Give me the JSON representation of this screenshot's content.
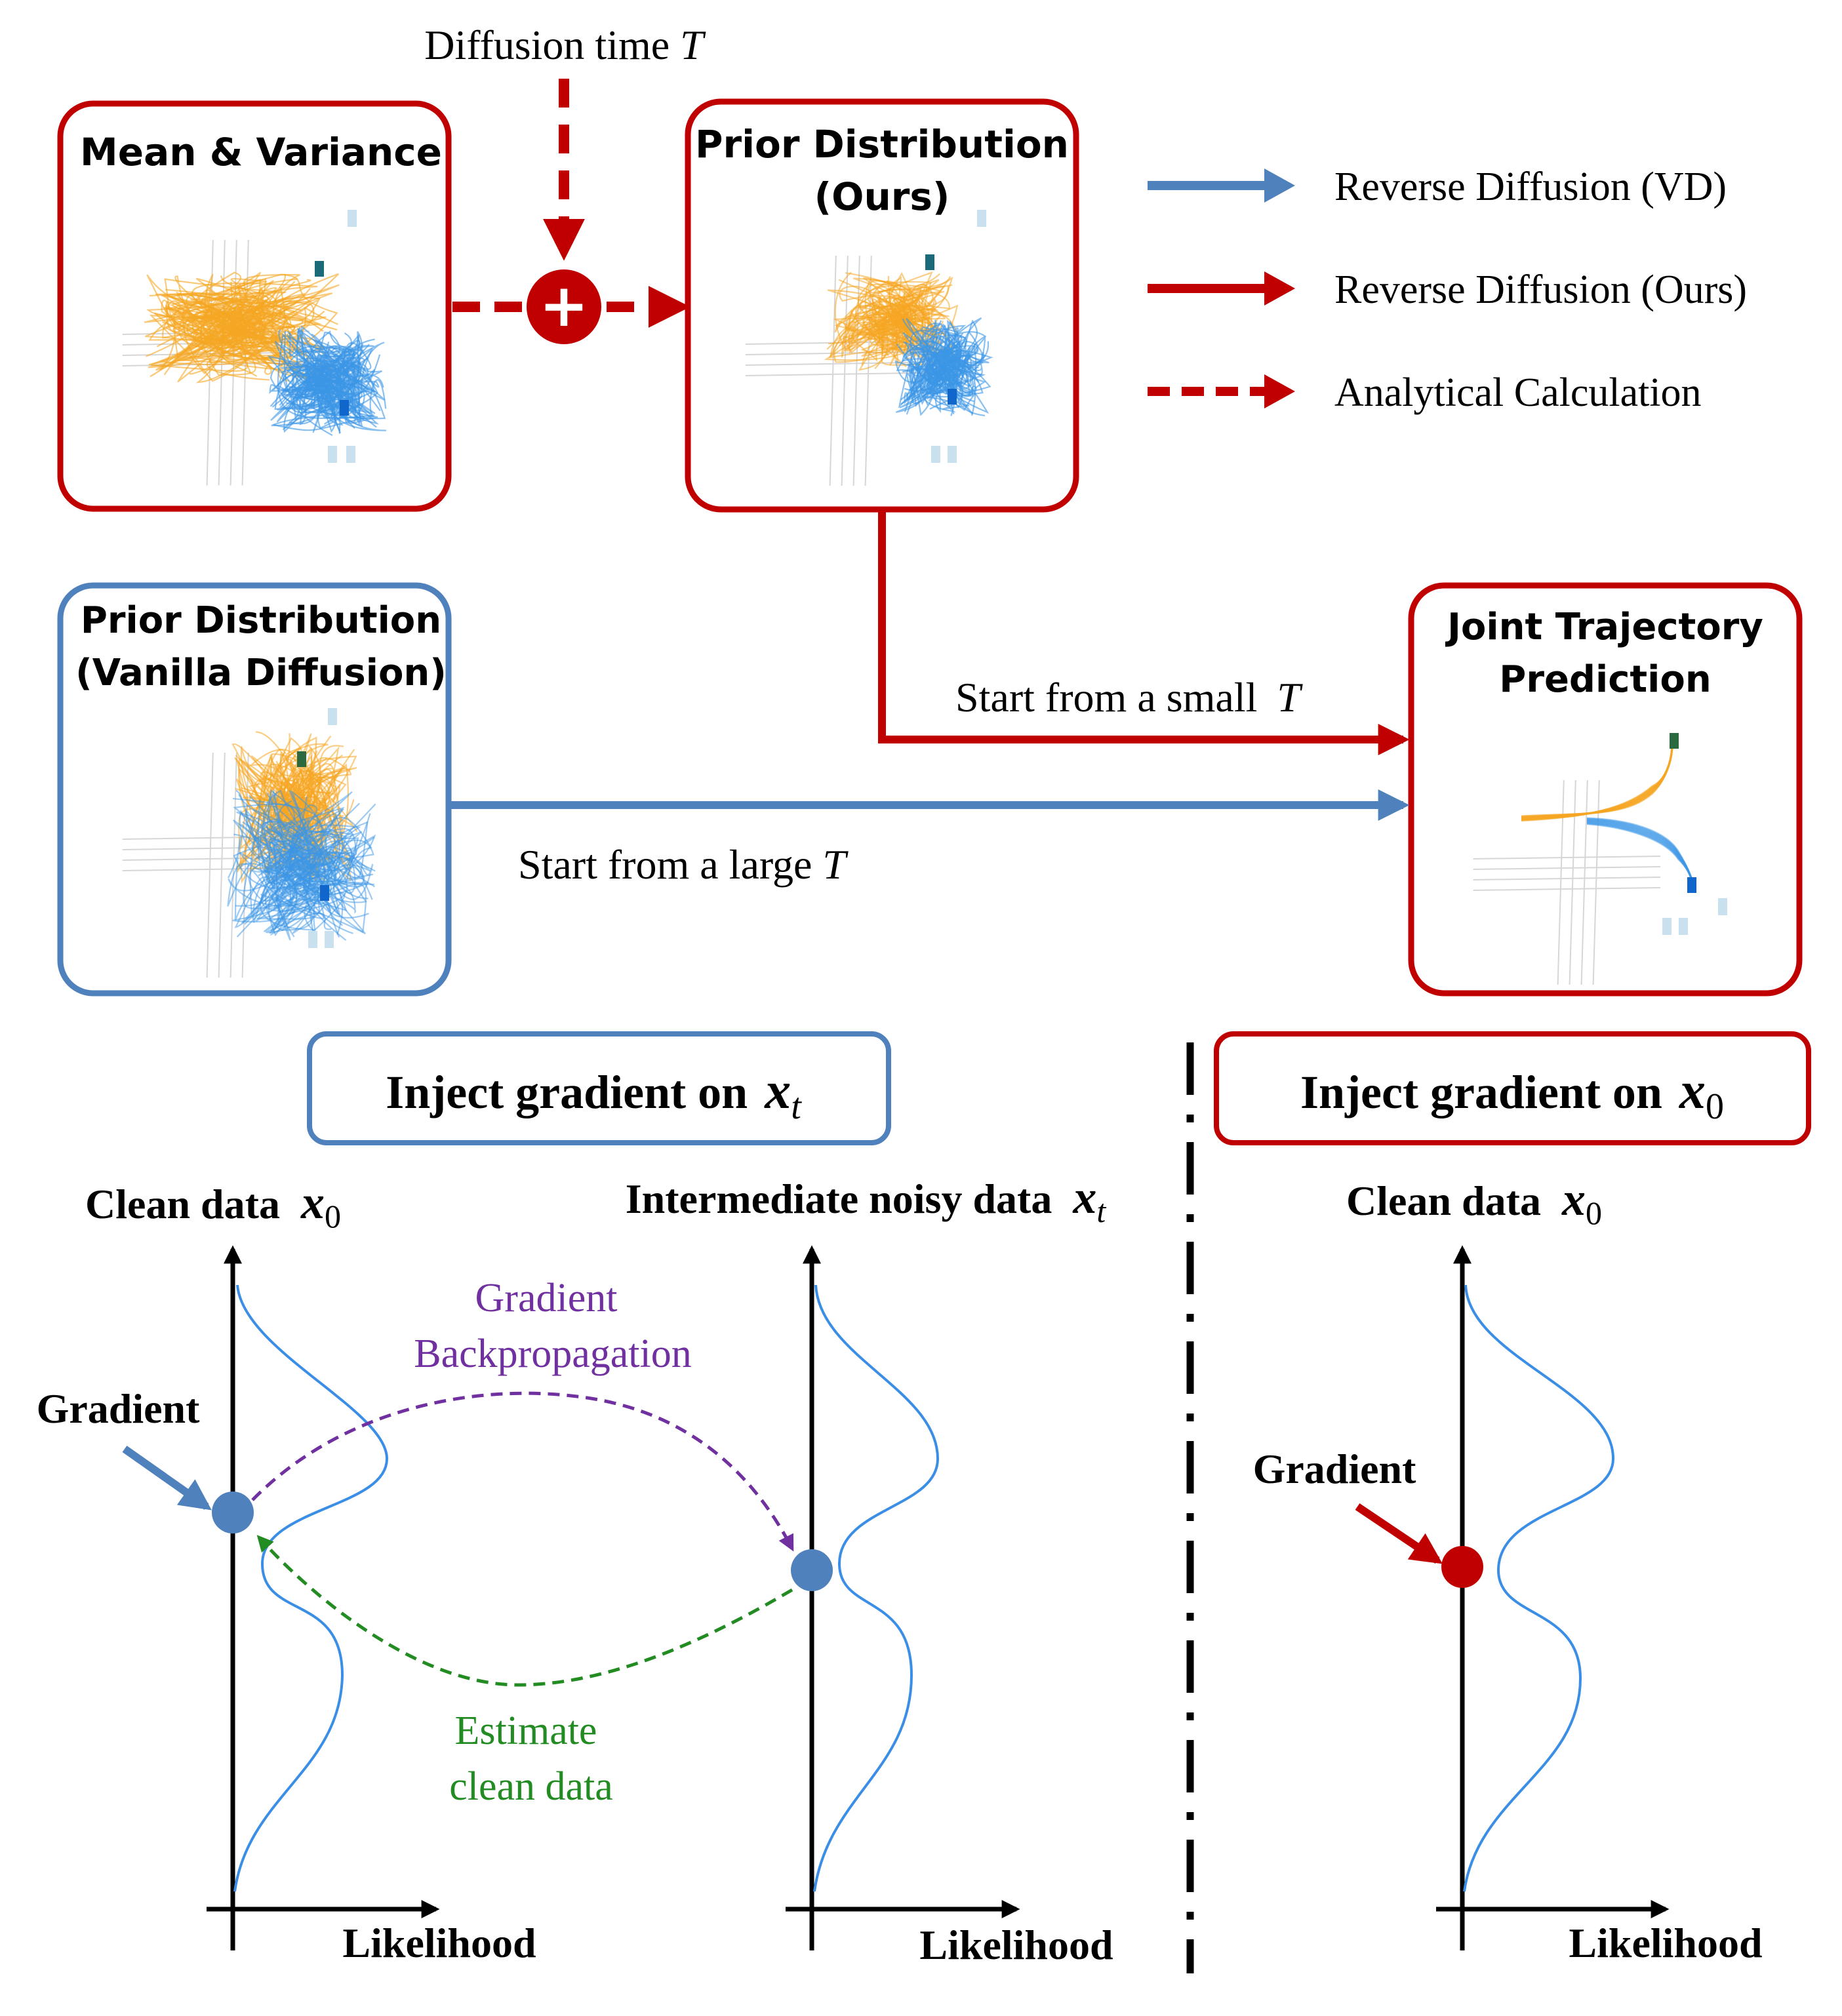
{
  "colors": {
    "red": "#c00000",
    "blue": "#4f81bd",
    "orange": "#f5a623",
    "trajBlue": "#3c96e6",
    "purple": "#7030a0",
    "green": "#228b22",
    "curve": "#3a8ee6"
  },
  "top": {
    "diffusion_time_label": "Diffusion time",
    "diffusion_time_var": "T",
    "plus_symbol": "+",
    "mean_variance_title": "Mean & Variance",
    "prior_ours_title_line1": "Prior Distribution",
    "prior_ours_title_line2": "(Ours)",
    "prior_vanilla_title_line1": "Prior Distribution",
    "prior_vanilla_title_line2": "(Vanilla Diffusion)",
    "joint_title_line1": "Joint Trajectory",
    "joint_title_line2": "Prediction",
    "start_small_label": "Start from a small",
    "start_small_var": "T",
    "start_large_label": "Start from a large",
    "start_large_var": "T"
  },
  "legend": [
    {
      "label": "Reverse Diffusion (VD)",
      "style": "solid",
      "color": "#4f81bd"
    },
    {
      "label": "Reverse Diffusion (Ours)",
      "style": "solid",
      "color": "#c00000"
    },
    {
      "label": "Analytical Calculation",
      "style": "dashed",
      "color": "#c00000"
    }
  ],
  "bottom": {
    "inject_xt_text": "Inject gradient on",
    "inject_xt_var": "x",
    "inject_xt_sub": "t",
    "inject_x0_text": "Inject gradient on",
    "inject_x0_var": "x",
    "inject_x0_sub": "0",
    "clean_label": "Clean data",
    "clean_var": "x",
    "clean_sub": "0",
    "noisy_label": "Intermediate noisy data",
    "noisy_var": "x",
    "noisy_sub": "t",
    "clean2_label": "Clean data",
    "clean2_var": "x",
    "clean2_sub": "0",
    "gradient_left": "Gradient",
    "gradient_right": "Gradient",
    "backprop_line1": "Gradient",
    "backprop_line2": "Backpropagation",
    "estimate_line1": "Estimate",
    "estimate_line2": "clean data",
    "likelihood_1": "Likelihood",
    "likelihood_2": "Likelihood",
    "likelihood_3": "Likelihood"
  }
}
